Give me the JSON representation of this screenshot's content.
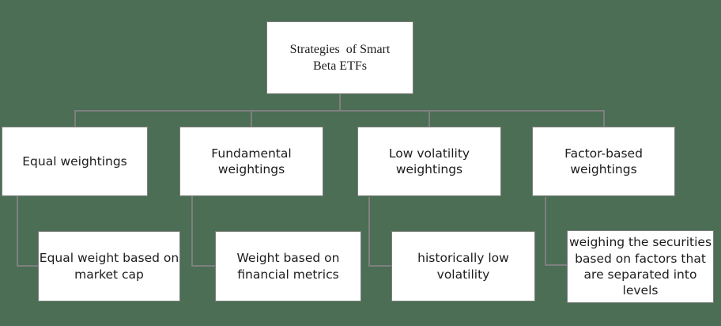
{
  "diagram": {
    "root": {
      "label": "Strategies  of Smart\nBeta ETFs"
    },
    "branches": [
      {
        "label": "Equal weightings",
        "child": "Equal weight based on\nmarket cap"
      },
      {
        "label": "Fundamental\nweightings",
        "child": "Weight based on\nfinancial metrics"
      },
      {
        "label": "Low volatility\nweightings",
        "child": "historically low\nvolatility"
      },
      {
        "label": "Factor-based\nweightings",
        "child": "weighing the securities\nbased on factors that\nare separated into\nlevels"
      }
    ],
    "colors": {
      "background": "#4b6e54",
      "node_fill": "#ffffff",
      "node_border": "#7f7f7f",
      "connector": "#7f7f7f",
      "text": "#1c1c1c"
    }
  }
}
